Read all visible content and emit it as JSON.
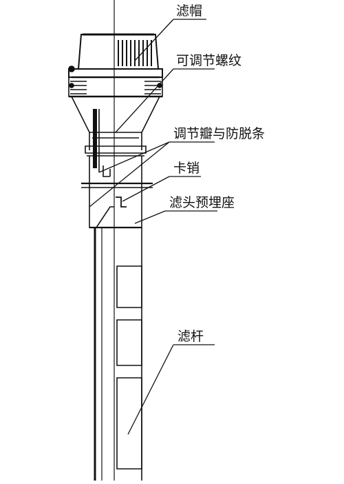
{
  "labels": {
    "filter_cap": "滤帽",
    "adjustable_thread": "可调节螺纹",
    "adjusting_flap": "调节瓣与防脱条",
    "clip_pin": "卡销",
    "embedded_seat": "滤头预埋座",
    "filter_rod": "滤杆"
  },
  "colors": {
    "line": "#111111",
    "background": "#ffffff"
  }
}
